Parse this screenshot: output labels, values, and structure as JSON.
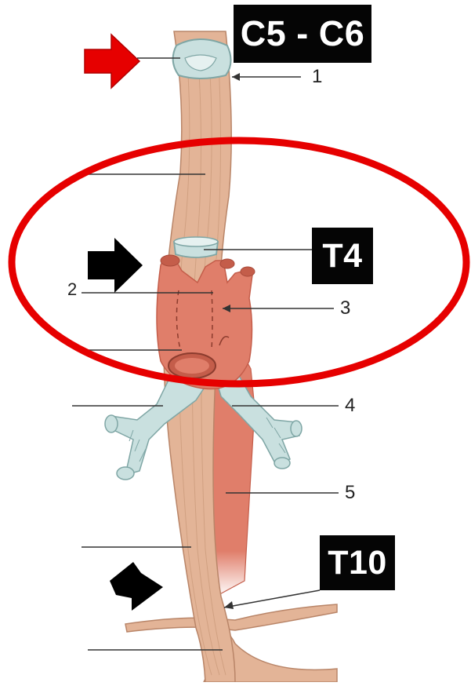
{
  "diagram": {
    "vertebral_levels": [
      {
        "id": "c5-c6",
        "label": "C5 - C6"
      },
      {
        "id": "t4",
        "label": "T4"
      },
      {
        "id": "t10",
        "label": "T10"
      }
    ],
    "numbers": [
      {
        "id": "1",
        "label": "1"
      },
      {
        "id": "3",
        "label": "3"
      },
      {
        "id": "4",
        "label": "4"
      },
      {
        "id": "5",
        "label": "5"
      }
    ],
    "clipped_left_number": "2"
  },
  "colors": {
    "esophagus": "#e3b497",
    "esophagus_stroke": "#b98568",
    "aorta": "#e07e6a",
    "aorta_dark": "#c45d4a",
    "cartilage": "#c9e0df",
    "cartilage_stroke": "#7fa6a5",
    "highlight_ellipse": "#e60000",
    "red_arrow": "#e60000",
    "black_arrow": "#000000",
    "label_bg": "#050505"
  }
}
